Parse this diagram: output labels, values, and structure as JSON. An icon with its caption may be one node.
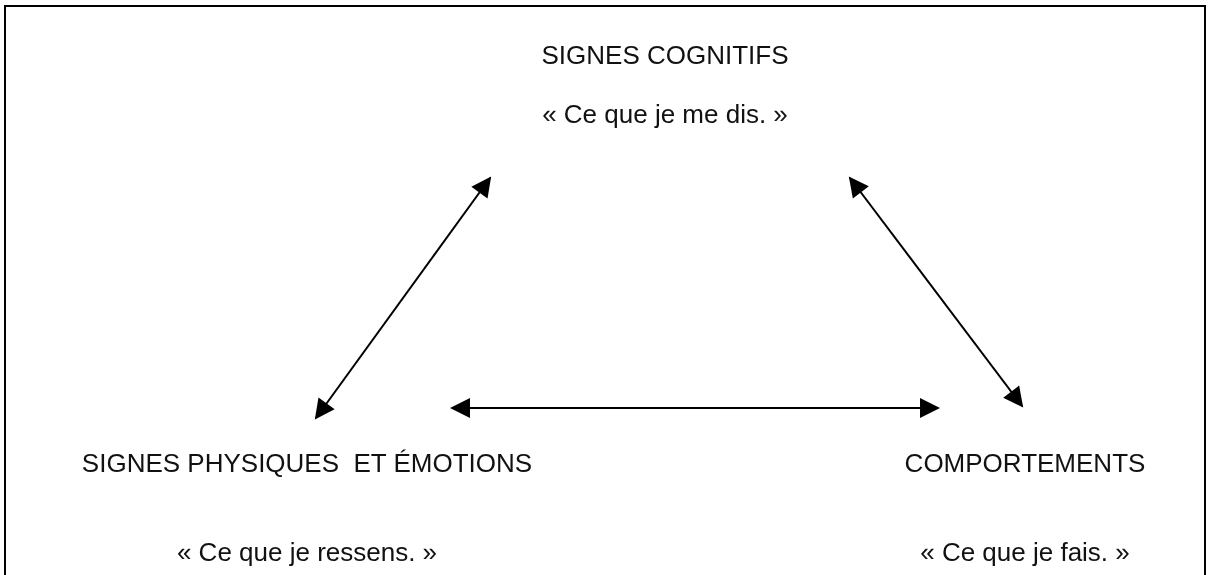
{
  "diagram": {
    "nodes": [
      {
        "text": [
          "SIGNES COGNITIFS",
          "« Ce que je me dis. »"
        ]
      },
      {
        "text": [
          "SIGNES PHYSIQUES  ET ÉMOTIONS",
          "« Ce que je ressens. »"
        ]
      },
      {
        "text": [
          "COMPORTEMENTS",
          "« Ce que je fais. »"
        ]
      }
    ],
    "edges": [
      {
        "from": 0,
        "to": 1,
        "arrow": "both"
      },
      {
        "from": 0,
        "to": 2,
        "arrow": "both"
      },
      {
        "from": 1,
        "to": 2,
        "arrow": "both"
      }
    ]
  }
}
